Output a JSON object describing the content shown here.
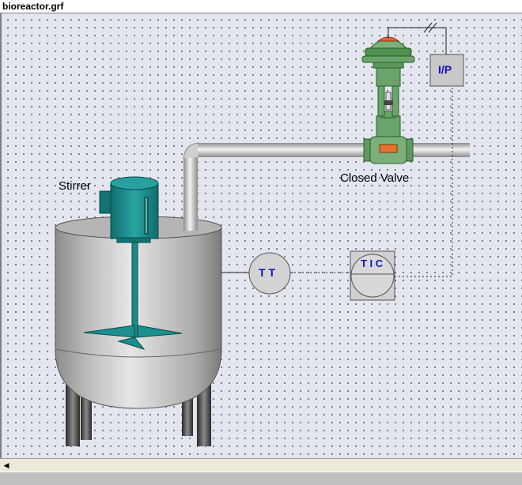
{
  "window": {
    "title": "bioreactor.grf"
  },
  "labels": {
    "stirrer": "Stirrer",
    "valve_status": "Closed Valve",
    "transmitter": "T T",
    "controller": "T I C",
    "converter": "I/P"
  },
  "colors": {
    "canvas": "#e3e6ee",
    "tank_body": "#bfbfbf",
    "motor": "#1c8f8f",
    "valve_body": "#6fa86f",
    "valve_actuator_cap": "#e06a3a",
    "valve_indicator": "#e8732e",
    "instrument_text": "#1010c0"
  },
  "scrollbar": {
    "left_arrow_icon": "triangle-left-icon"
  }
}
